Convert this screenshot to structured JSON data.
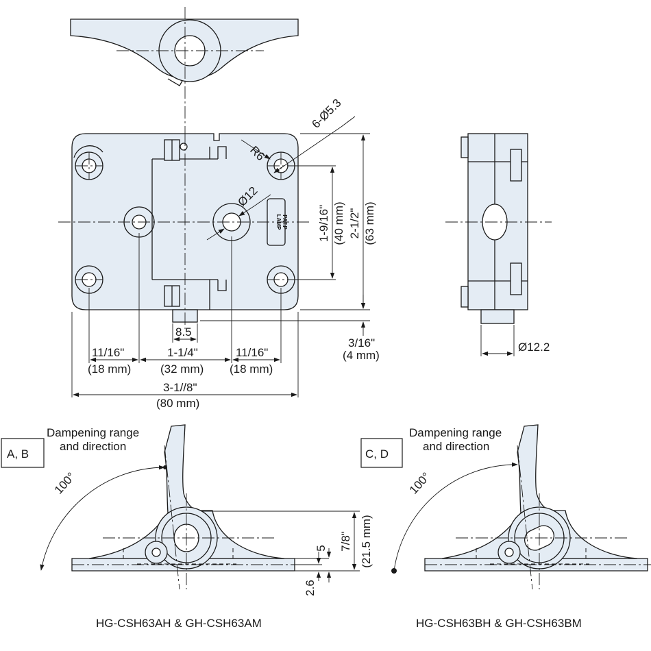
{
  "dimensions": {
    "holes": "6-Ø5.3",
    "corner_radius": "R6",
    "center_hole": "Ø12",
    "hole_pitch_in": "1-9/16\"",
    "hole_pitch_mm": "(40 mm)",
    "height_in": "2-1/2\"",
    "height_mm": "(63 mm)",
    "boss_width": "8.5",
    "left_offset_in": "11/16\"",
    "left_offset_mm": "(18 mm)",
    "center_span_in": "1-1/4\"",
    "center_span_mm": "(32 mm)",
    "right_offset_in": "11/16\"",
    "right_offset_mm": "(18 mm)",
    "total_width_in": "3-1//8\"",
    "total_width_mm": "(80 mm)",
    "boss_height_in": "3/16\"",
    "boss_height_mm": "(4 mm)",
    "boss_dia": "Ø12.2",
    "arm_height_in": "7/8\"",
    "arm_height_mm": "(21.5 mm)",
    "plate_thickness": "5",
    "base_offset": "2.6",
    "angle": "100°"
  },
  "marking": {
    "brand": "LAMP",
    "sub": "PAT.P"
  },
  "views": {
    "left": {
      "tag": "A, B",
      "note_line1": "Dampening range",
      "note_line2": "and direction",
      "caption": "HG-CSH63AH & GH-CSH63AM"
    },
    "right": {
      "tag": "C, D",
      "note_line1": "Dampening range",
      "note_line2": "and direction",
      "caption": "HG-CSH63BH & GH-CSH63BM"
    }
  }
}
